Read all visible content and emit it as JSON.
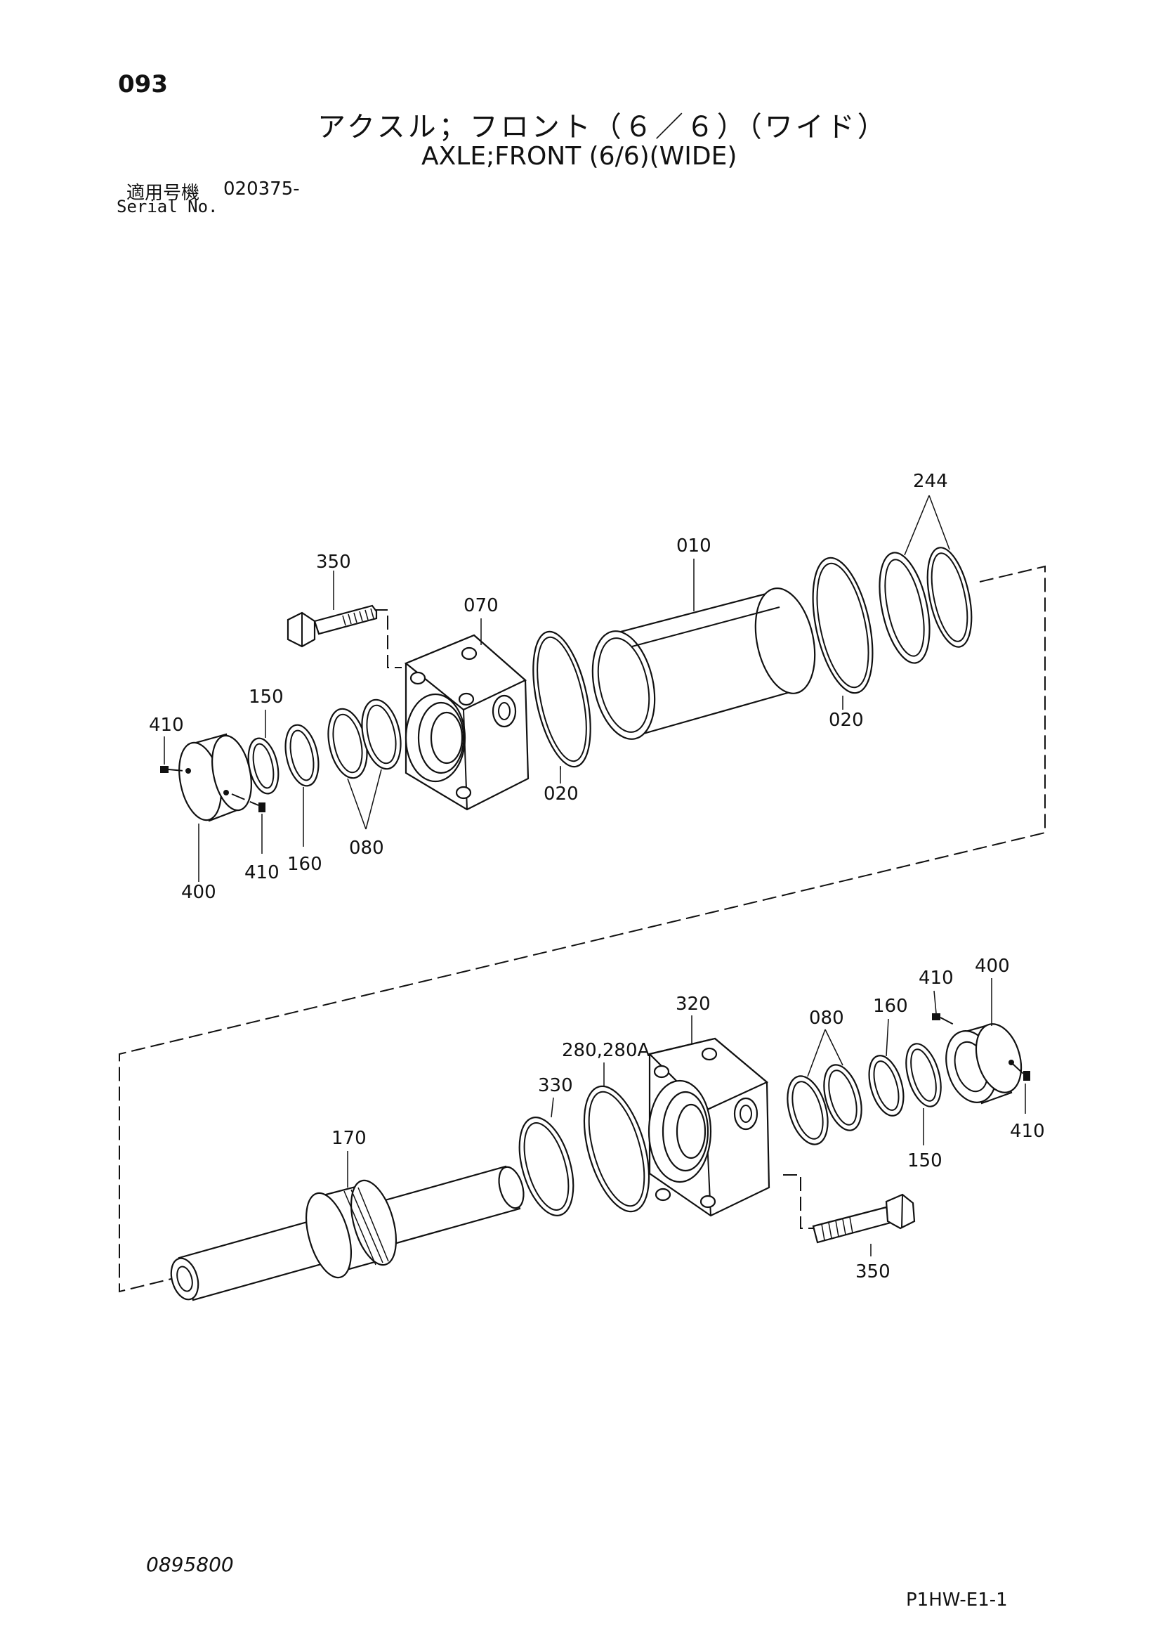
{
  "header": {
    "page_number": "093",
    "title_jp": "アクスル；フロント（６／６）（ワイド）",
    "title_en": "AXLE;FRONT (6/6)(WIDE)",
    "serial_label_jp": "適用号機",
    "serial_value": "020375-",
    "serial_label_en": "Serial No."
  },
  "callouts": {
    "p010": "010",
    "p244": "244",
    "p350_top": "350",
    "p070": "070",
    "p150_top": "150",
    "p410_top_left": "410",
    "p020_a": "020",
    "p020_b": "020",
    "p400_top": "400",
    "p410_top_bottom": "410",
    "p160_top": "160",
    "p080_top": "080",
    "p320": "320",
    "p280": "280,280A",
    "p330": "330",
    "p170": "170",
    "p080_bottom": "080",
    "p160_bottom": "160",
    "p410_bottom_top": "410",
    "p400_bottom": "400",
    "p410_bottom_right": "410",
    "p150_bottom": "150",
    "p350_bottom": "350"
  },
  "footer": {
    "doc_number": "0895800",
    "page_code": "P1HW-E1-1"
  }
}
